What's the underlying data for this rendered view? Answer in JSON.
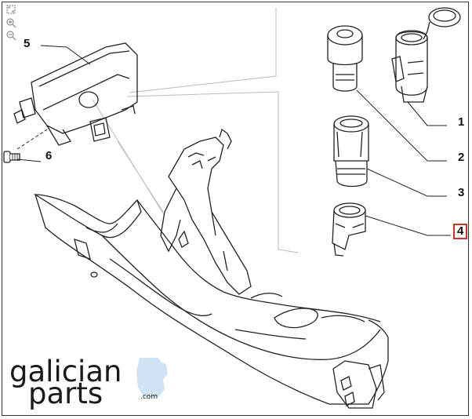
{
  "viewer_controls": {
    "fit_label": "fit",
    "zoom_in_label": "zoom in",
    "zoom_out_label": "zoom out"
  },
  "callouts": [
    {
      "number": "1"
    },
    {
      "number": "2"
    },
    {
      "number": "3"
    },
    {
      "number": "4",
      "highlighted": true
    },
    {
      "number": "5"
    },
    {
      "number": "6"
    }
  ],
  "brand": {
    "line1": "galician",
    "line2": "parts",
    "suffix": ".com",
    "accent_color": "#cfe3f4",
    "text_color": "#1a1a1a"
  },
  "colors": {
    "line": "#222222",
    "highlight_border": "#c0392b",
    "leader_gray": "#bbbbbb"
  }
}
